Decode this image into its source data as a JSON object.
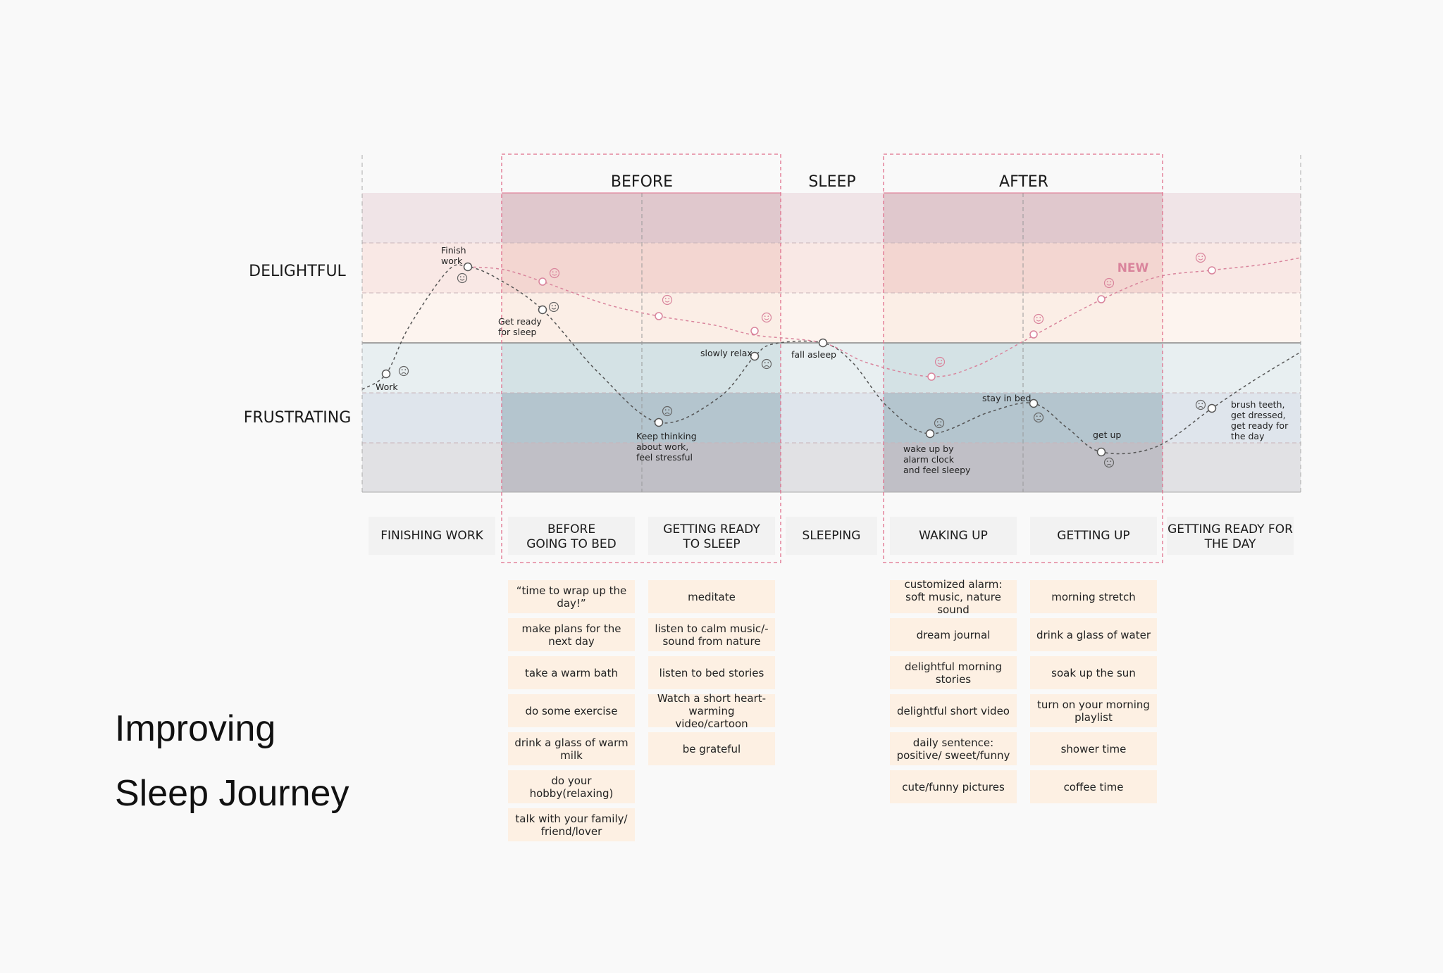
{
  "title_lines": [
    "Improving",
    "Sleep Journey"
  ],
  "top_headers": {
    "before": "BEFORE",
    "sleep": "SLEEP",
    "after": "AFTER"
  },
  "axis_labels": {
    "delightful": "DELIGHTFUL",
    "frustrating": "FRUSTRATING"
  },
  "new_label": "NEW",
  "colors": {
    "new_curve": "#d9849c",
    "old_curve": "#555555",
    "highlight_box": "#e06f8c",
    "card_bg": "#fdf0e3"
  },
  "stages": [
    {
      "lines": [
        "FINISHING WORK"
      ]
    },
    {
      "lines": [
        "BEFORE",
        "GOING TO BED"
      ]
    },
    {
      "lines": [
        "GETTING READY",
        "TO SLEEP"
      ]
    },
    {
      "lines": [
        "SLEEPING"
      ]
    },
    {
      "lines": [
        "WAKING UP"
      ]
    },
    {
      "lines": [
        "GETTING UP"
      ]
    },
    {
      "lines": [
        "GETTING READY FOR",
        "THE DAY"
      ]
    }
  ],
  "curve_labels": [
    {
      "lines": [
        "Work"
      ]
    },
    {
      "lines": [
        "Finish",
        "work"
      ]
    },
    {
      "lines": [
        "Get ready",
        "for sleep"
      ]
    },
    {
      "lines": [
        "Keep thinking",
        "about work,",
        "feel stressful"
      ]
    },
    {
      "lines": [
        "slowly relax"
      ]
    },
    {
      "lines": [
        "fall asleep"
      ]
    },
    {
      "lines": [
        "wake up by",
        "alarm clock",
        "and feel sleepy"
      ]
    },
    {
      "lines": [
        "stay in bed"
      ]
    },
    {
      "lines": [
        "get up"
      ]
    },
    {
      "lines": [
        "brush teeth,",
        "get dressed,",
        "get ready for",
        "the day"
      ]
    }
  ],
  "solutions": {
    "before_going_to_bed": [
      "“time to wrap up the day!”",
      "make plans for the next day",
      "take a warm bath",
      "do some exercise",
      "drink a glass of warm milk",
      "do your hobby(relaxing)",
      "talk with your family/ friend/lover"
    ],
    "getting_ready_to_sleep": [
      "meditate",
      "listen to calm music/- sound from nature",
      "listen to bed stories",
      "Watch a short heart-warming video/cartoon",
      "be grateful"
    ],
    "waking_up": [
      "customized alarm: soft music, nature sound",
      "dream journal",
      "delightful morning stories",
      "delightful short video",
      "daily sentence: positive/ sweet/funny",
      "cute/funny pictures"
    ],
    "getting_up": [
      "morning stretch",
      "drink a glass of water",
      "soak up the sun",
      "turn on your morning playlist",
      "shower time",
      "coffee time"
    ]
  }
}
